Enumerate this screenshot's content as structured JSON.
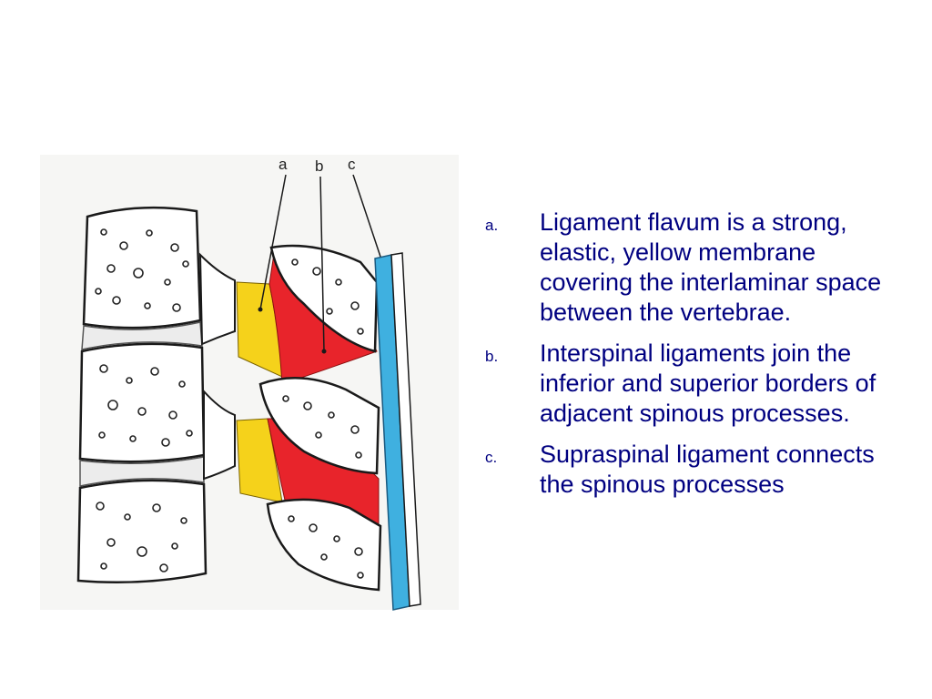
{
  "figure": {
    "labels": [
      "a",
      "b",
      "c"
    ],
    "colors": {
      "ligamentum_flavum": "#f5d21b",
      "interspinal": "#e8242b",
      "supraspinal": "#3fb0e0",
      "bone_outline": "#1a1a1a",
      "bone_fill": "#ffffff"
    }
  },
  "notes": [
    {
      "marker": "a.",
      "text": "Ligament flavum is a strong, elastic, yellow membrane covering the interlaminar space between the vertebrae."
    },
    {
      "marker": "b.",
      "text": "Interspinal ligaments join the inferior and superior borders of adjacent spinous processes."
    },
    {
      "marker": "c.",
      "text": "Supraspinal ligament connects the spinous processes"
    }
  ]
}
